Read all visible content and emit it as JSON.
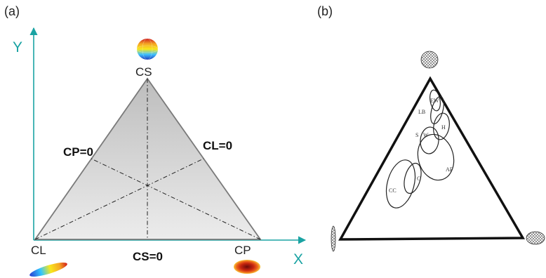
{
  "panel_a": {
    "panel_label": "(a)",
    "y_axis_label": "Y",
    "x_axis_label": "X",
    "vertex_top": "CS",
    "vertex_left": "CL",
    "vertex_right": "CP",
    "line_label_cp": "CP=0",
    "line_label_cl": "CL=0",
    "line_label_cs": "CS=0",
    "colors": {
      "axis": "#1aa3a3",
      "fill": "#dcdcdc",
      "edge": "#6e6e6e"
    }
  },
  "panel_b": {
    "panel_label": "(b)",
    "ellipse_labels": [
      "EW",
      "LB",
      "H",
      "S",
      "W",
      "AF",
      "C",
      "CC"
    ]
  }
}
